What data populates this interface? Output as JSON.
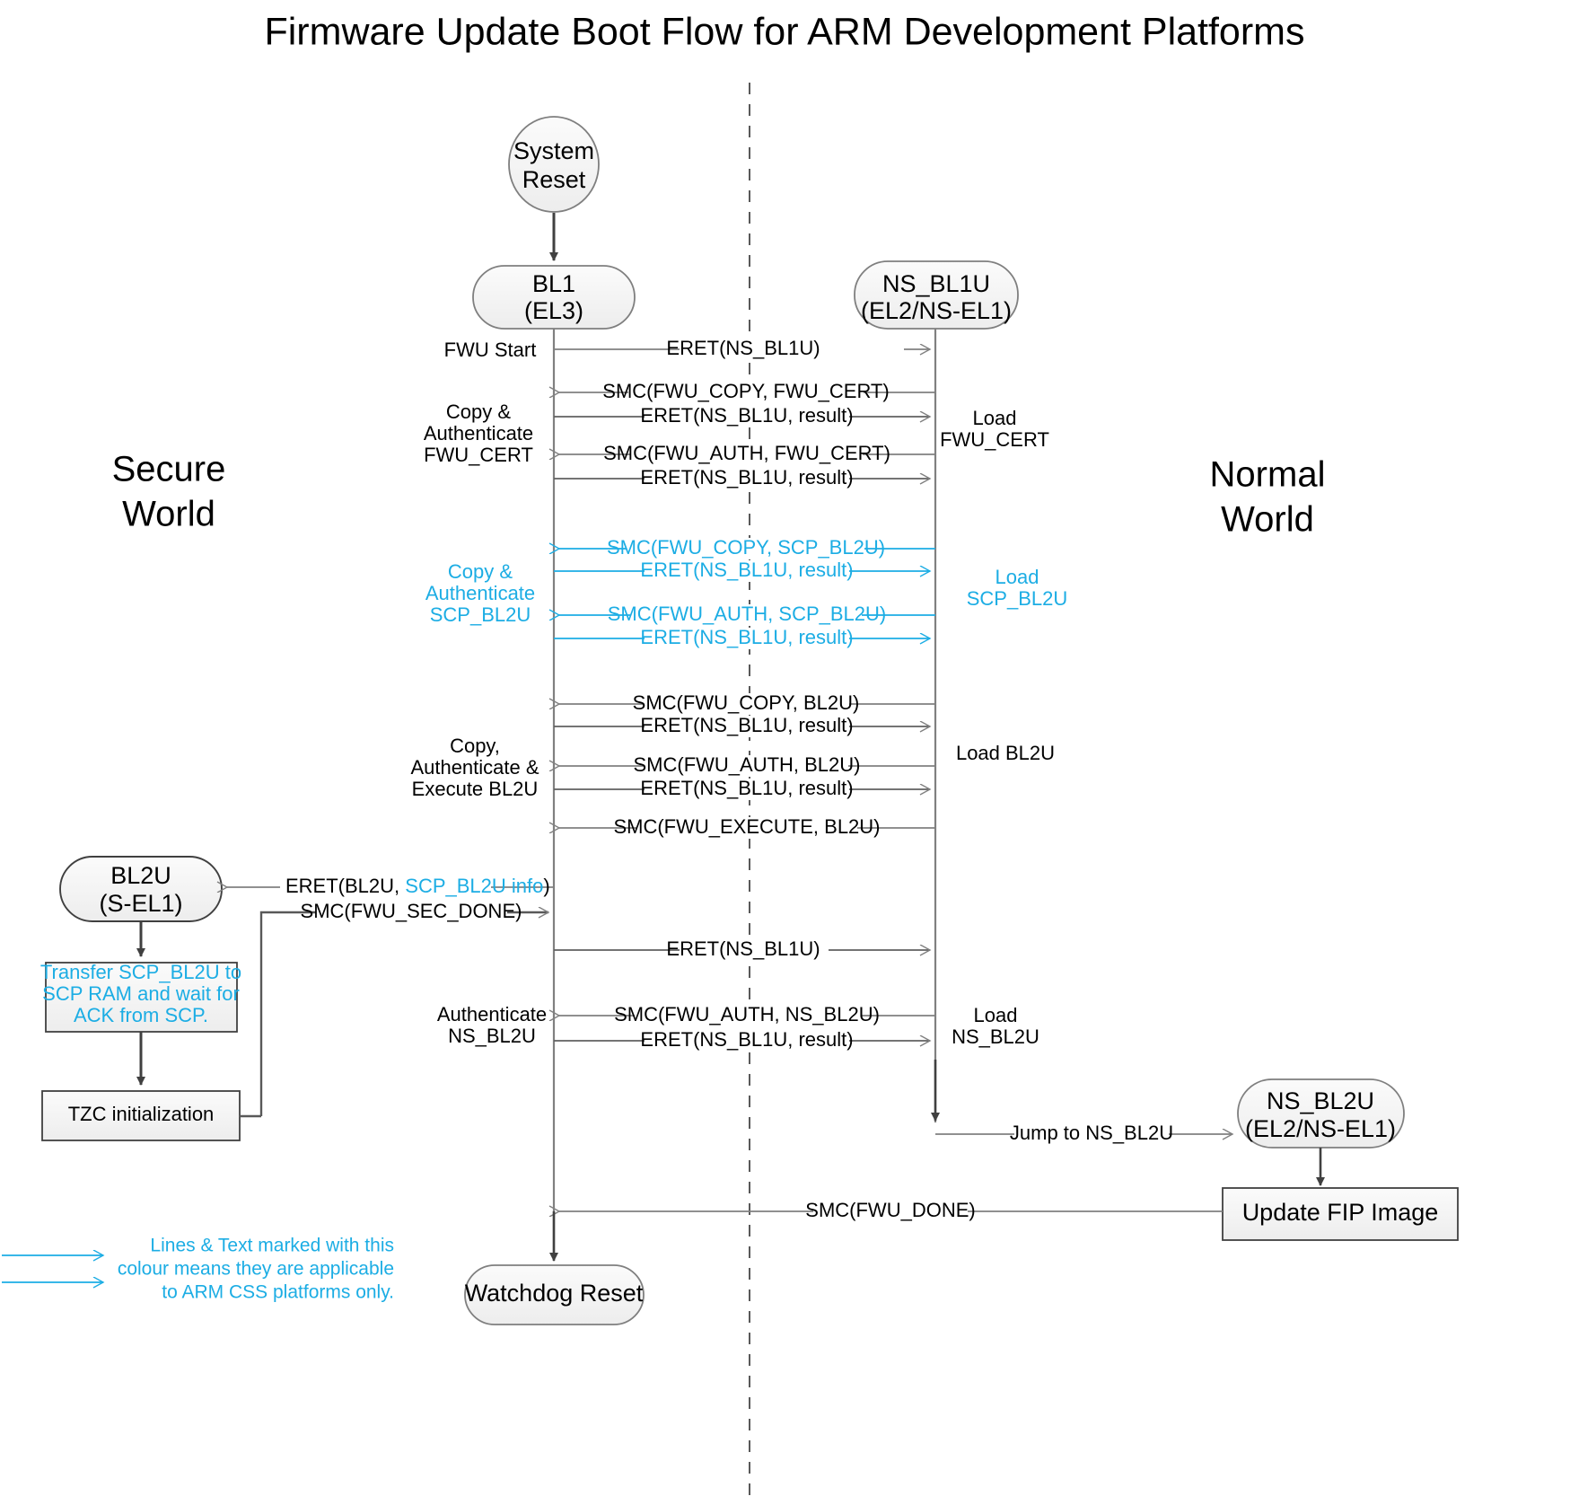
{
  "title": "Firmware Update Boot Flow for ARM Development Platforms",
  "colors": {
    "accent_cyan": "#1CADE4",
    "line_gray": "#7F7F7F",
    "line_dark": "#404040",
    "node_fill": "#F2F2F2",
    "background": "#FFFFFF"
  },
  "worlds": {
    "secure_line1": "Secure",
    "secure_line2": "World",
    "normal_line1": "Normal",
    "normal_line2": "World"
  },
  "nodes": {
    "system_reset": {
      "line1": "System",
      "line2": "Reset",
      "shape": "ellipse"
    },
    "bl1": {
      "line1": "BL1",
      "line2": "(EL3)",
      "shape": "rounded-rect"
    },
    "ns_bl1u": {
      "line1": "NS_BL1U",
      "line2": "(EL2/NS-EL1)",
      "shape": "rounded-rect"
    },
    "bl2u": {
      "line1": "BL2U",
      "line2": "(S-EL1)",
      "shape": "rounded-rect"
    },
    "ns_bl2u": {
      "line1": "NS_BL2U",
      "line2": "(EL2/NS-EL1)",
      "shape": "rounded-rect"
    },
    "watchdog_reset": {
      "line1": "Watchdog Reset",
      "shape": "rounded-rect"
    },
    "transfer_scp": {
      "line1": "Transfer SCP_BL2U to",
      "line2": "SCP RAM and wait for",
      "line3": "ACK from SCP.",
      "shape": "rect",
      "color": "cyan"
    },
    "tzc_init": {
      "line1": "TZC initialization",
      "shape": "rect"
    },
    "update_fip": {
      "line1": "Update FIP Image",
      "shape": "rect"
    }
  },
  "messages": [
    {
      "id": "m1",
      "label": "ERET(NS_BL1U)",
      "dir": "right",
      "color": "black"
    },
    {
      "id": "m2",
      "label": "SMC(FWU_COPY, FWU_CERT)",
      "dir": "left",
      "color": "black"
    },
    {
      "id": "m3",
      "label": "ERET(NS_BL1U, result)",
      "dir": "right",
      "color": "black"
    },
    {
      "id": "m4",
      "label": "SMC(FWU_AUTH, FWU_CERT)",
      "dir": "left",
      "color": "black"
    },
    {
      "id": "m5",
      "label": "ERET(NS_BL1U, result)",
      "dir": "right",
      "color": "black"
    },
    {
      "id": "m6",
      "label": "SMC(FWU_COPY, SCP_BL2U)",
      "dir": "left",
      "color": "cyan"
    },
    {
      "id": "m7",
      "label": "ERET(NS_BL1U, result)",
      "dir": "right",
      "color": "cyan"
    },
    {
      "id": "m8",
      "label": "SMC(FWU_AUTH, SCP_BL2U)",
      "dir": "left",
      "color": "cyan"
    },
    {
      "id": "m9",
      "label": "ERET(NS_BL1U, result)",
      "dir": "right",
      "color": "cyan"
    },
    {
      "id": "m10",
      "label": "SMC(FWU_COPY, BL2U)",
      "dir": "left",
      "color": "black"
    },
    {
      "id": "m11",
      "label": "ERET(NS_BL1U, result)",
      "dir": "right",
      "color": "black"
    },
    {
      "id": "m12",
      "label": "SMC(FWU_AUTH, BL2U)",
      "dir": "left",
      "color": "black"
    },
    {
      "id": "m13",
      "label": "ERET(NS_BL1U, result)",
      "dir": "right",
      "color": "black"
    },
    {
      "id": "m14",
      "label": "SMC(FWU_EXECUTE, BL2U)",
      "dir": "left",
      "color": "black"
    },
    {
      "id": "m15",
      "label_a": "ERET(BL2U, ",
      "label_b": "SCP_BL2U info",
      "label_c": ")",
      "dir": "left",
      "color": "mixed"
    },
    {
      "id": "m16",
      "label": "SMC(FWU_SEC_DONE)",
      "dir": "right",
      "color": "black"
    },
    {
      "id": "m17",
      "label": "ERET(NS_BL1U)",
      "dir": "right",
      "color": "black"
    },
    {
      "id": "m18",
      "label": "SMC(FWU_AUTH, NS_BL2U)",
      "dir": "left",
      "color": "black"
    },
    {
      "id": "m19",
      "label": "ERET(NS_BL1U, result)",
      "dir": "right",
      "color": "black"
    },
    {
      "id": "m20",
      "label": "Jump to NS_BL2U",
      "dir": "right",
      "color": "black"
    },
    {
      "id": "m21",
      "label": "SMC(FWU_DONE)",
      "dir": "left",
      "color": "black"
    }
  ],
  "left_annotations": [
    {
      "id": "a1",
      "lines": [
        "FWU Start"
      ],
      "color": "black"
    },
    {
      "id": "a2",
      "lines": [
        "Copy &",
        "Authenticate",
        "FWU_CERT"
      ],
      "color": "black"
    },
    {
      "id": "a3",
      "lines": [
        "Copy &",
        "Authenticate",
        "SCP_BL2U"
      ],
      "color": "cyan"
    },
    {
      "id": "a4",
      "lines": [
        "Copy,",
        "Authenticate &",
        "Execute BL2U"
      ],
      "color": "black"
    },
    {
      "id": "a5",
      "lines": [
        "Authenticate",
        "NS_BL2U"
      ],
      "color": "black"
    }
  ],
  "right_annotations": [
    {
      "id": "b1",
      "lines": [
        "Load",
        "FWU_CERT"
      ],
      "color": "black"
    },
    {
      "id": "b2",
      "lines": [
        "Load",
        "SCP_BL2U"
      ],
      "color": "cyan"
    },
    {
      "id": "b3",
      "lines": [
        "Load BL2U"
      ],
      "color": "black"
    },
    {
      "id": "b4",
      "lines": [
        "Load",
        "NS_BL2U"
      ],
      "color": "black"
    }
  ],
  "legend": {
    "line1": "Lines & Text marked with this",
    "line2": "colour means they are applicable",
    "line3": "to ARM CSS platforms only.",
    "color": "#1CADE4"
  }
}
